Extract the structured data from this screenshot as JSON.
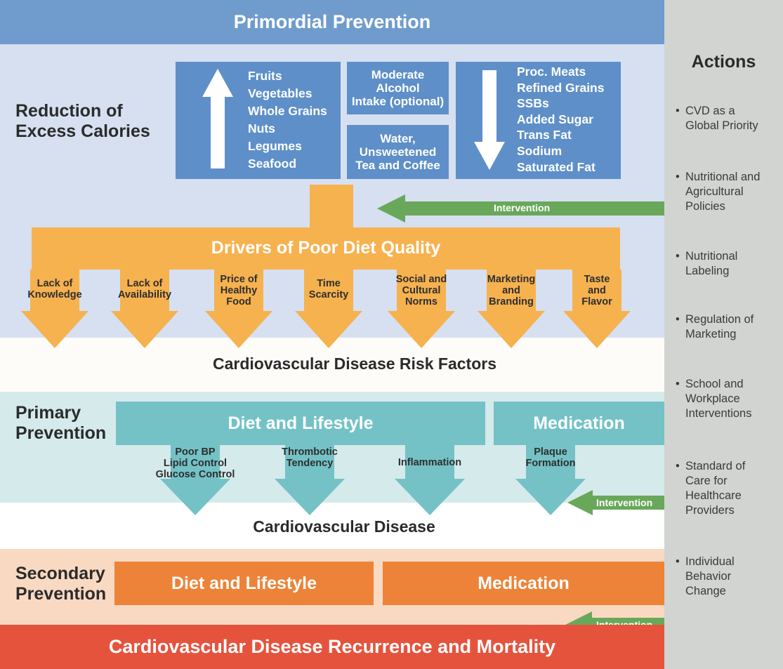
{
  "primordial_title": "Primordial Prevention",
  "reduction_title_line1": "Reduction of",
  "reduction_title_line2": "Excess Calories",
  "increase_foods": [
    "Fruits",
    "Vegetables",
    "Whole Grains",
    "Nuts",
    "Legumes",
    "Seafood"
  ],
  "moderate": [
    "Moderate",
    "Alcohol",
    "Intake (optional)"
  ],
  "water": [
    "Water,",
    "Unsweetened",
    "Tea and Coffee"
  ],
  "decrease_foods": [
    "Proc. Meats",
    "Refined Grains",
    "SSBs",
    "Added Sugar",
    "Trans Fat",
    "Sodium",
    "Saturated Fat"
  ],
  "intervention_label": "Intervention",
  "drivers_title": "Drivers of Poor Diet Quality",
  "drivers": [
    [
      "Lack of",
      "Knowledge"
    ],
    [
      "Lack of",
      "Availability"
    ],
    [
      "Price of",
      "Healthy",
      "Food"
    ],
    [
      "Time",
      "Scarcity"
    ],
    [
      "Social and",
      "Cultural",
      "Norms"
    ],
    [
      "Marketing",
      "and",
      "Branding"
    ],
    [
      "Taste",
      "and",
      "Flavor"
    ]
  ],
  "risk_factors_title": "Cardiovascular Disease Risk Factors",
  "primary_title_line1": "Primary",
  "primary_title_line2": "Prevention",
  "primary_diet": "Diet and Lifestyle",
  "primary_medication": "Medication",
  "primary_pathways": [
    [
      "Poor BP",
      "Lipid Control",
      "Glucose Control"
    ],
    [
      "Thrombotic",
      "Tendency"
    ],
    [
      "Inflammation"
    ],
    [
      "Plaque",
      "Formation"
    ]
  ],
  "cvd_title": "Cardiovascular Disease",
  "secondary_title_line1": "Secondary",
  "secondary_title_line2": "Prevention",
  "secondary_diet": "Diet and Lifestyle",
  "secondary_medication": "Medication",
  "mortality_title": "Cardiovascular Disease Recurrence and Mortality",
  "actions_title": "Actions",
  "actions": [
    [
      "CVD as a",
      "Global Priority"
    ],
    [
      "Nutritional and",
      "Agricultural",
      "Policies"
    ],
    [
      "Nutritional",
      "Labeling"
    ],
    [
      "Regulation of",
      "Marketing"
    ],
    [
      "School and",
      "Workplace",
      "Interventions"
    ],
    [
      "Standard of",
      "Care for",
      "Healthcare",
      "Providers"
    ],
    [
      "Individual",
      "Behavior",
      "Change"
    ]
  ],
  "colors": {
    "primordial_blue": "#6f9ccd",
    "food_box_blue": "#5e8fc8",
    "driver_orange": "#f6b24f",
    "primary_teal": "#74c2c6",
    "secondary_orange": "#ec8339",
    "mortality_red": "#e5533d",
    "intervention_green": "#69a85a",
    "actions_gray": "#d2d4d1"
  }
}
